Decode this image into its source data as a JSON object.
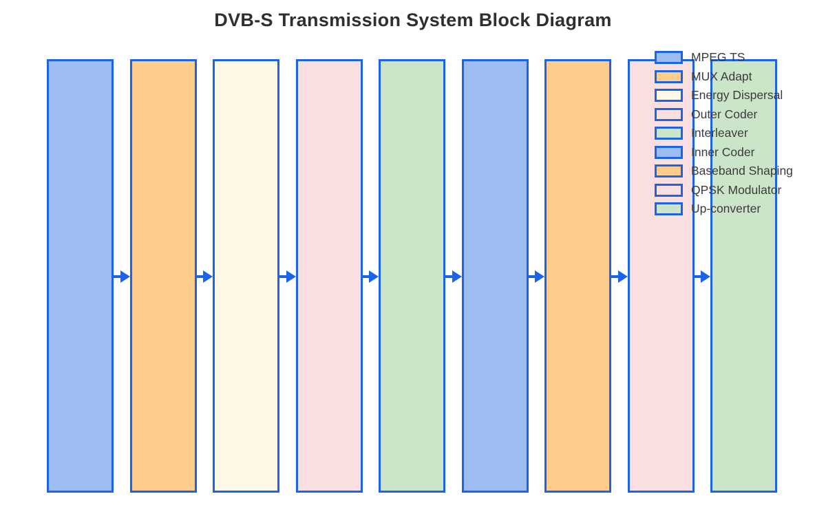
{
  "title": "DVB-S Transmission System Block Diagram",
  "colors": {
    "block_border": "#1b63e8",
    "arrow": "#1b63e8",
    "title_text": "#2f2f2f",
    "legend_text": "#3b3b3b",
    "background": "#ffffff"
  },
  "palette": {
    "blue": "#9dbdf2",
    "orange": "#fecd8b",
    "cream": "#fdf8e6",
    "pink": "#fadfe1",
    "green": "#cbe5c8"
  },
  "stages": [
    {
      "label": "MPEG TS",
      "color": "blue"
    },
    {
      "label": "MUX Adapt",
      "color": "orange"
    },
    {
      "label": "Energy Dispersal",
      "color": "cream"
    },
    {
      "label": "Outer Coder",
      "color": "pink"
    },
    {
      "label": "Interleaver",
      "color": "green"
    },
    {
      "label": "Inner Coder",
      "color": "blue"
    },
    {
      "label": "Baseband Shaping",
      "color": "orange"
    },
    {
      "label": "QPSK Modulator",
      "color": "pink"
    },
    {
      "label": "Up-converter",
      "color": "green"
    }
  ],
  "legend": {
    "items": [
      "MPEG TS",
      "MUX Adapt",
      "Energy Dispersal",
      "Outer Coder",
      "Interleaver",
      "Inner Coder",
      "Baseband Shaping",
      "QPSK Modulator",
      "Up-converter"
    ]
  }
}
